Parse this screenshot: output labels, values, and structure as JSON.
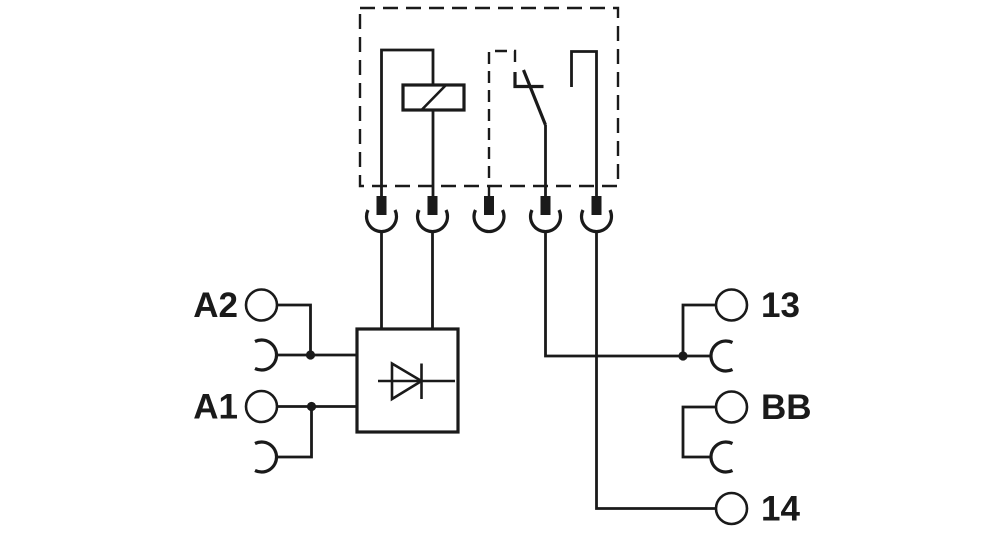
{
  "page": {
    "background_color": "#ffffff",
    "line_color": "#1a1a1a"
  },
  "diagram": {
    "kind": "relay-module-wiring-schematic",
    "terminals": {
      "left": [
        {
          "label": "A2"
        },
        {
          "label": "A1"
        }
      ],
      "right": [
        {
          "label": "13"
        },
        {
          "label": "BB"
        },
        {
          "label": "14"
        }
      ]
    },
    "symbols": {
      "module_outline": "dashed-module-boundary",
      "relay_coil": "relay-coil-with-slash",
      "contact": "normally-open-contact",
      "mechanical_link": "dashed-actuator-link",
      "input_block": "diode-block",
      "plug_terminal_count": 5
    }
  }
}
